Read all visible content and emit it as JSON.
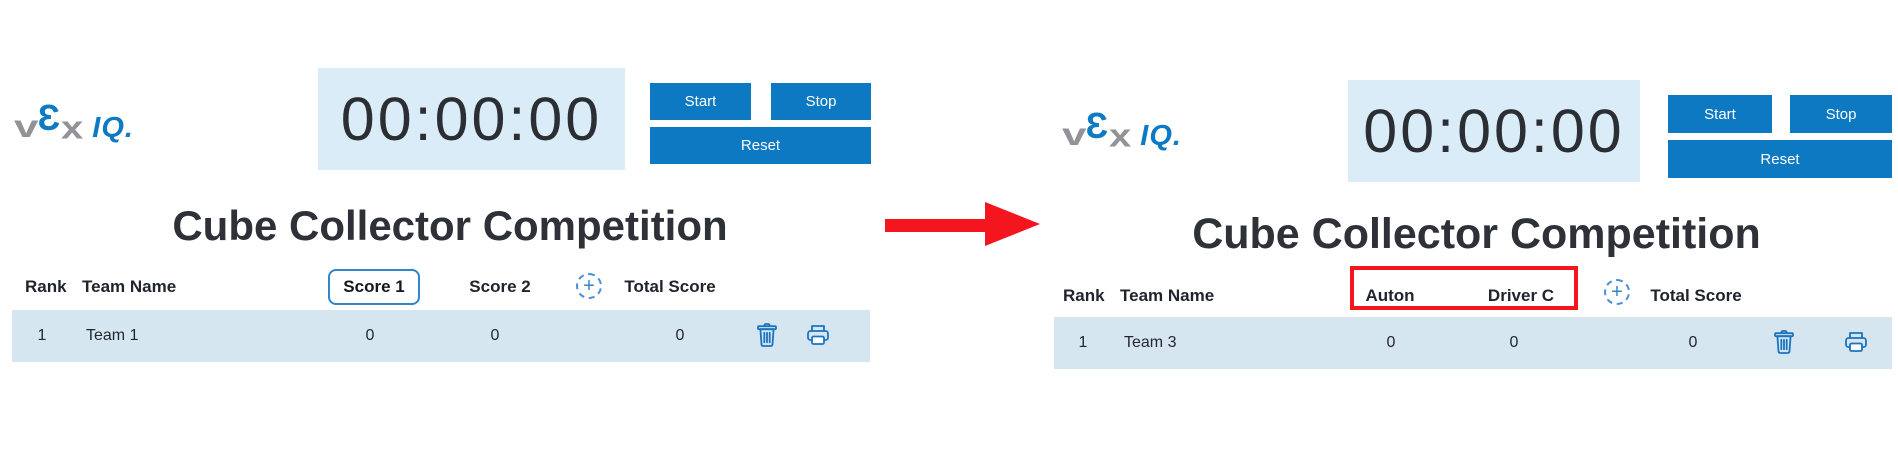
{
  "colors": {
    "button_blue": "#0d79c2",
    "timer_background": "#daecf7",
    "row_background": "#d5e6f0",
    "annotation_red": "#f5151f",
    "icon_blue": "#1b74bf",
    "vex_gray": "#919396",
    "vex_blue": "#0e7ac4",
    "score_input_border": "#2f86ca"
  },
  "left": {
    "logo": {
      "v": "v",
      "e": "Ɛ",
      "x": "x",
      "iq": "IQ."
    },
    "timer": "00:00:00",
    "buttons": {
      "start": "Start",
      "stop": "Stop",
      "reset": "Reset"
    },
    "title": "Cube Collector Competition",
    "headers": {
      "rank": "Rank",
      "team": "Team Name",
      "score1": "Score 1",
      "score2": "Score 2",
      "add_column_icon": "+",
      "total": "Total Score"
    },
    "row": {
      "rank": "1",
      "team": "Team 1",
      "score1": "0",
      "score2": "0",
      "total": "0"
    }
  },
  "right": {
    "logo": {
      "v": "v",
      "e": "Ɛ",
      "x": "x",
      "iq": "IQ."
    },
    "timer": "00:00:00",
    "buttons": {
      "start": "Start",
      "stop": "Stop",
      "reset": "Reset"
    },
    "title": "Cube Collector Competition",
    "headers": {
      "rank": "Rank",
      "team": "Team Name",
      "score1": "Auton",
      "score2": "Driver C",
      "add_column_icon": "+",
      "total": "Total Score"
    },
    "row": {
      "rank": "1",
      "team": "Team 3",
      "score1": "0",
      "score2": "0",
      "total": "0"
    }
  }
}
